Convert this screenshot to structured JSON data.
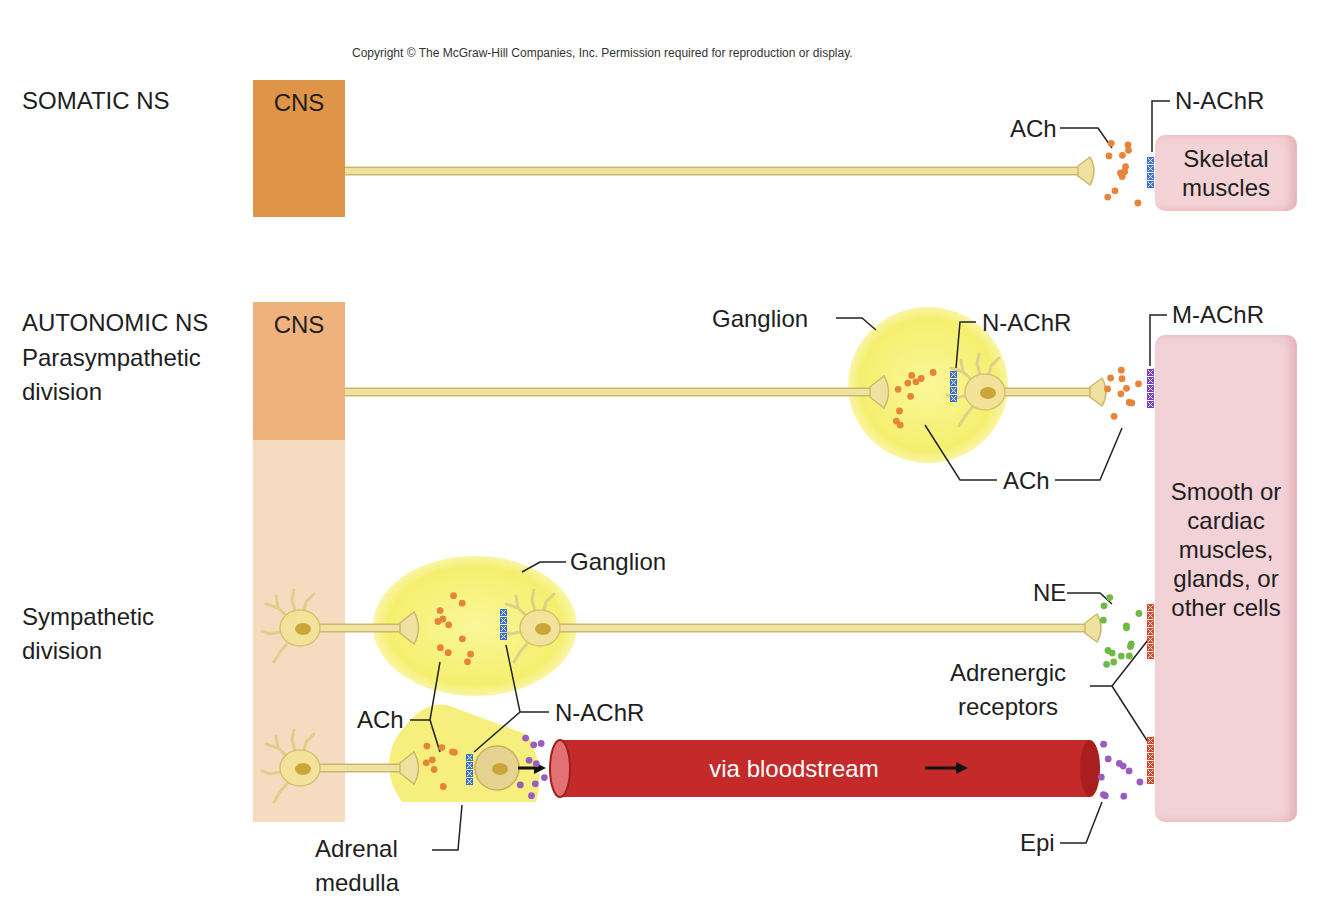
{
  "diagram": {
    "nodes": [
      {
        "text": [
          "CNS"
        ]
      },
      {
        "text": [
          "Skeletal muscles"
        ]
      },
      {
        "text": [
          "CNS"
        ]
      },
      {
        "text": [
          "Smooth or cardiac muscles, glands, or other cells"
        ]
      },
      {
        "text": [
          "via bloodstream"
        ]
      }
    ],
    "labels": [
      "Copyright © The McGraw-Hill Companies, Inc. Permission required for reproduction or display.",
      "SOMATIC NS",
      "ACh",
      "N-AChR",
      "AUTONOMIC NS",
      "Parasympathetic division",
      "Ganglion",
      "N-AChR",
      "M-AChR",
      "ACh",
      "Sympathetic division",
      "Ganglion",
      "NE",
      "ACh",
      "N-AChR",
      "Adrenergic receptors",
      "Adrenal medulla",
      "Epi"
    ]
  }
}
